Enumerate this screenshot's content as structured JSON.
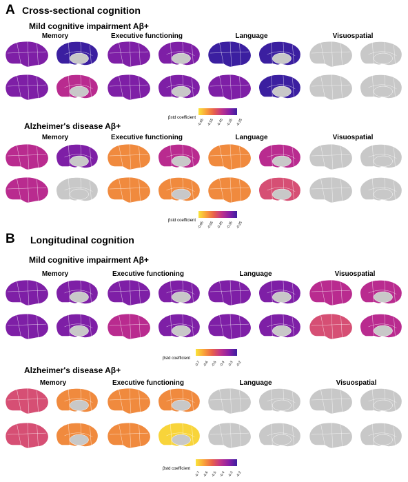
{
  "panels": [
    {
      "letter": "A",
      "title": "Cross-sectional cognition",
      "groups": [
        {
          "title": "Mild cognitive impairment Aβ+",
          "domains": [
            "Memory",
            "Executive functioning",
            "Language",
            "Visuospatial"
          ],
          "colorbar": {
            "label": "βstd coefficient",
            "ticks": [
              "-0.65",
              "-0.55",
              "-0.45",
              "-0.35",
              "-0.25"
            ]
          }
        },
        {
          "title": "Alzheimer's disease Aβ+",
          "domains": [
            "Memory",
            "Executive functioning",
            "Language",
            "Visuospatial"
          ],
          "colorbar": {
            "label": "βstd coefficient",
            "ticks": [
              "-0.65",
              "-0.55",
              "-0.45",
              "-0.35",
              "-0.25"
            ]
          }
        }
      ]
    },
    {
      "letter": "B",
      "title": "Longitudinal cognition",
      "groups": [
        {
          "title": "Mild cognitive impairment Aβ+",
          "domains": [
            "Memory",
            "Executive functioning",
            "Language",
            "Visuospatial"
          ],
          "colorbar": {
            "label": "βstd coefficient",
            "ticks": [
              "-0.7",
              "-0.6",
              "-0.5",
              "-0.4",
              "-0.3",
              "-0.2"
            ]
          }
        },
        {
          "title": "Alzheimer's disease Aβ+",
          "domains": [
            "Memory",
            "Executive functioning",
            "Language",
            "Visuospatial"
          ],
          "colorbar": {
            "label": "βstd coefficient",
            "ticks": [
              "-0.7",
              "-0.6",
              "-0.5",
              "-0.4",
              "-0.3",
              "-0.2"
            ]
          }
        }
      ]
    }
  ],
  "colors": {
    "gray": "#c8c8c8",
    "purple_dark": "#3b1fa0",
    "purple": "#7e1fa6",
    "magenta": "#b92b8f",
    "pink": "#d64f74",
    "orange": "#f08a3e",
    "yellow": "#f8d43a"
  },
  "colorbar_gradient": [
    "#f9e43a",
    "#f9a13a",
    "#e8604b",
    "#c1348a",
    "#8a1fa6",
    "#3b1fa0"
  ],
  "brain_fill": [
    [
      "purple",
      "purple_dark",
      "purple",
      "purple",
      "purple_dark",
      "purple_dark",
      "gray",
      "gray"
    ],
    [
      "purple",
      "magenta",
      "purple",
      "purple",
      "purple",
      "purple_dark",
      "gray",
      "gray"
    ],
    [
      "magenta",
      "purple",
      "orange",
      "magenta",
      "orange",
      "magenta",
      "gray",
      "gray"
    ],
    [
      "magenta",
      "gray",
      "orange",
      "orange",
      "orange",
      "pink",
      "gray",
      "gray"
    ],
    [
      "purple",
      "purple",
      "purple",
      "purple",
      "purple",
      "purple",
      "magenta",
      "magenta"
    ],
    [
      "purple",
      "purple",
      "magenta",
      "purple",
      "purple",
      "purple",
      "pink",
      "magenta"
    ],
    [
      "pink",
      "orange",
      "orange",
      "orange",
      "gray",
      "gray",
      "gray",
      "gray"
    ],
    [
      "pink",
      "orange",
      "orange",
      "yellow",
      "gray",
      "gray",
      "gray",
      "gray"
    ]
  ]
}
